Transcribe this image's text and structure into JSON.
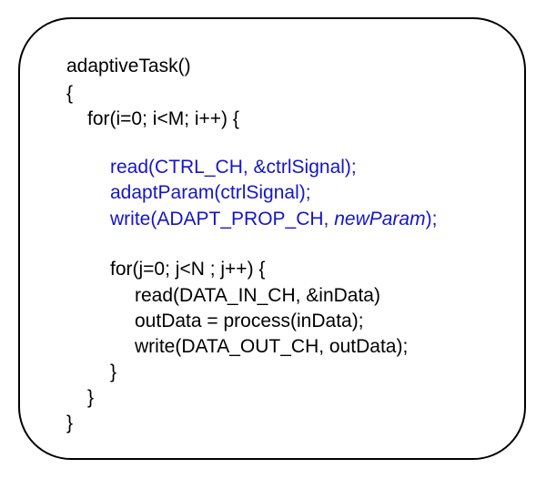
{
  "colors": {
    "text": "#000000",
    "highlight": "#1515c8",
    "border": "#000000",
    "background": "#ffffff"
  },
  "code": {
    "fn_signature": "adaptiveTask()",
    "open_brace": "{",
    "outer_for": "for(i=0; i<M; i++) {",
    "read_ctrl": "read(CTRL_CH, &ctrlSignal);",
    "adapt_param": "adaptParam(ctrlSignal);",
    "write_adapt_prefix": "write(ADAPT_PROP_CH, ",
    "write_adapt_param": "newParam",
    "write_adapt_suffix": ");",
    "inner_for": "for(j=0; j<N ; j++) {",
    "read_data": "read(DATA_IN_CH, &inData)",
    "process": "outData = process(inData);",
    "write_data": "write(DATA_OUT_CH, outData);",
    "inner_close": "}",
    "outer_close": "}",
    "fn_close": "}"
  }
}
